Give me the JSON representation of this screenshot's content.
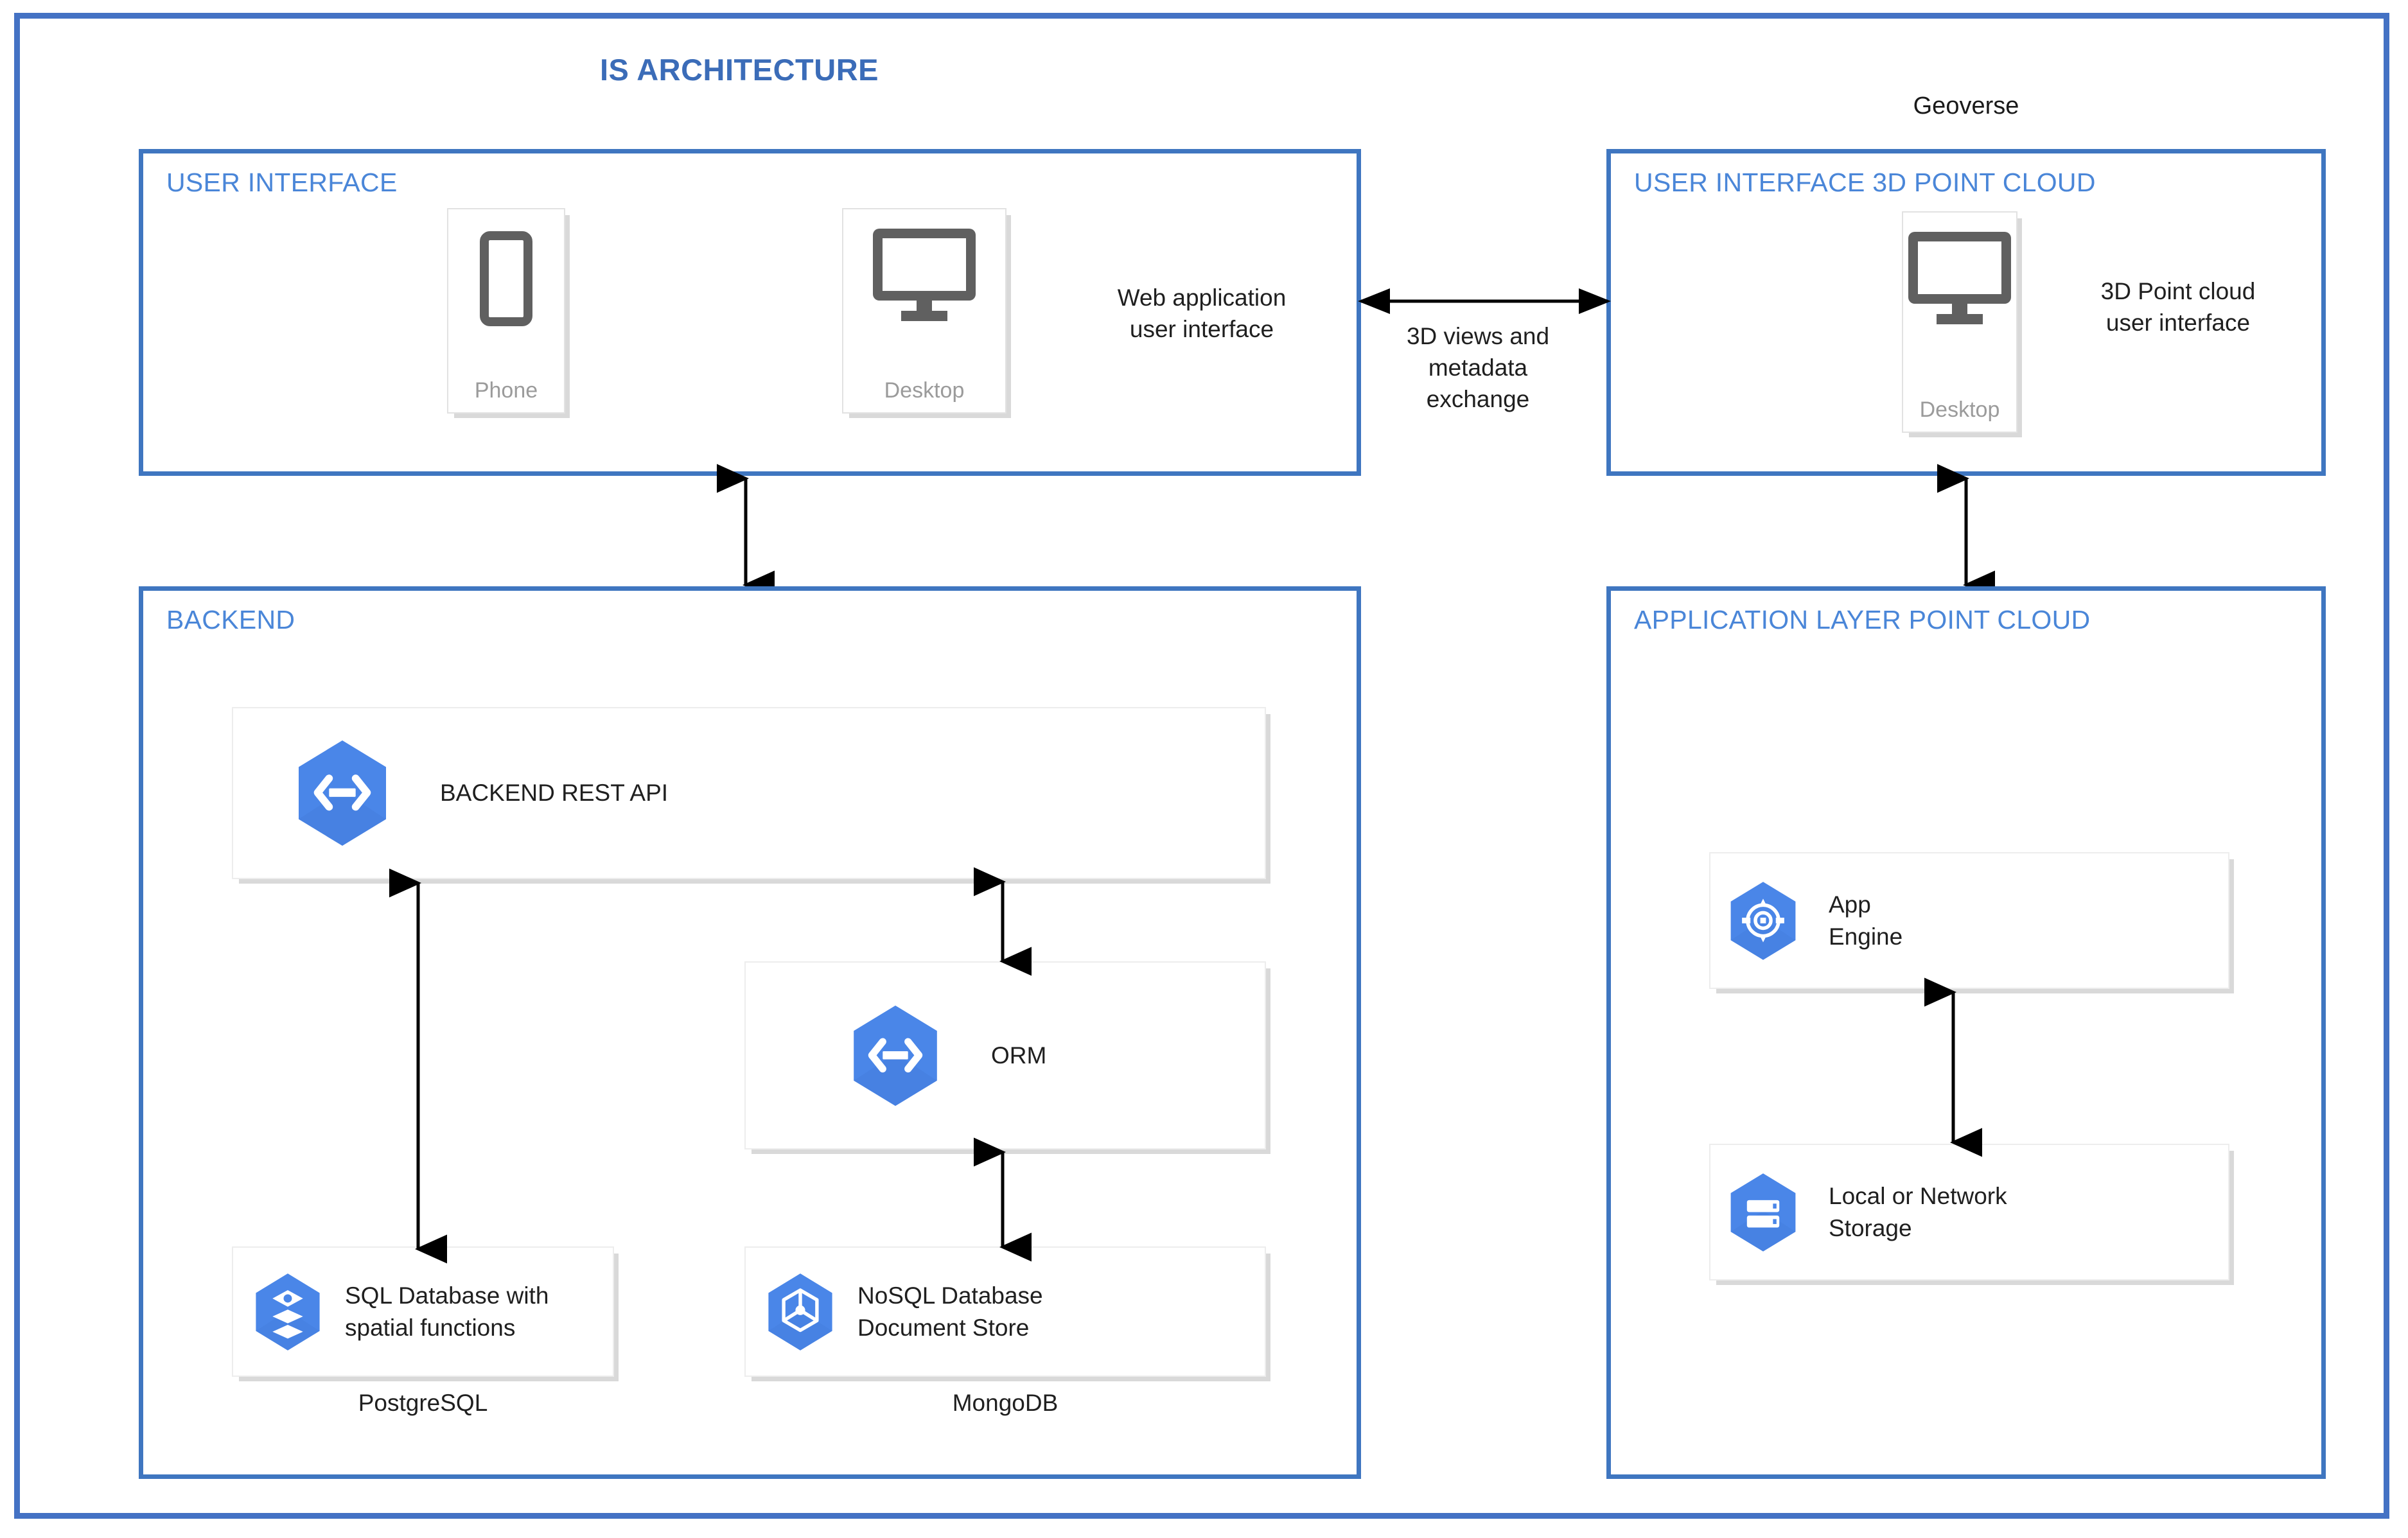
{
  "diagram": {
    "title": "IS ARCHITECTURE",
    "geoverse_label": "Geoverse",
    "accent_blue": "#4472c4",
    "panel_title_blue": "#4a86d8",
    "icon_blue": "#4a86e8",
    "device_gray": "#606060"
  },
  "panels": {
    "user_interface": {
      "title": "USER INTERFACE",
      "devices": [
        {
          "label": "Phone",
          "icon": "phone-icon"
        },
        {
          "label": "Desktop",
          "icon": "desktop-icon"
        }
      ],
      "connector_text": "Web application\nuser interface"
    },
    "ui_3d_point_cloud": {
      "title": "USER INTERFACE 3D POINT CLOUD",
      "devices": [
        {
          "label": "Desktop",
          "icon": "desktop-icon"
        }
      ],
      "connector_text": "3D Point cloud\nuser interface"
    },
    "backend": {
      "title": "BACKEND",
      "cards": [
        {
          "label": "BACKEND REST API",
          "icon": "api-hexagon-icon",
          "caption": ""
        },
        {
          "label": "ORM",
          "icon": "api-hexagon-icon",
          "caption": ""
        },
        {
          "label": "SQL Database with\nspatial functions",
          "icon": "sql-database-hexagon-icon",
          "caption": "PostgreSQL"
        },
        {
          "label": "NoSQL Database\nDocument Store",
          "icon": "nosql-datastore-hexagon-icon",
          "caption": "MongoDB"
        }
      ]
    },
    "application_layer_point_cloud": {
      "title": "APPLICATION LAYER POINT CLOUD",
      "cards": [
        {
          "label": "App\nEngine",
          "icon": "app-engine-hexagon-icon"
        },
        {
          "label": "Local or Network\nStorage",
          "icon": "storage-hexagon-icon"
        }
      ]
    }
  },
  "connectors": {
    "exchange_label": "3D views and\nmetadata\nexchange"
  }
}
